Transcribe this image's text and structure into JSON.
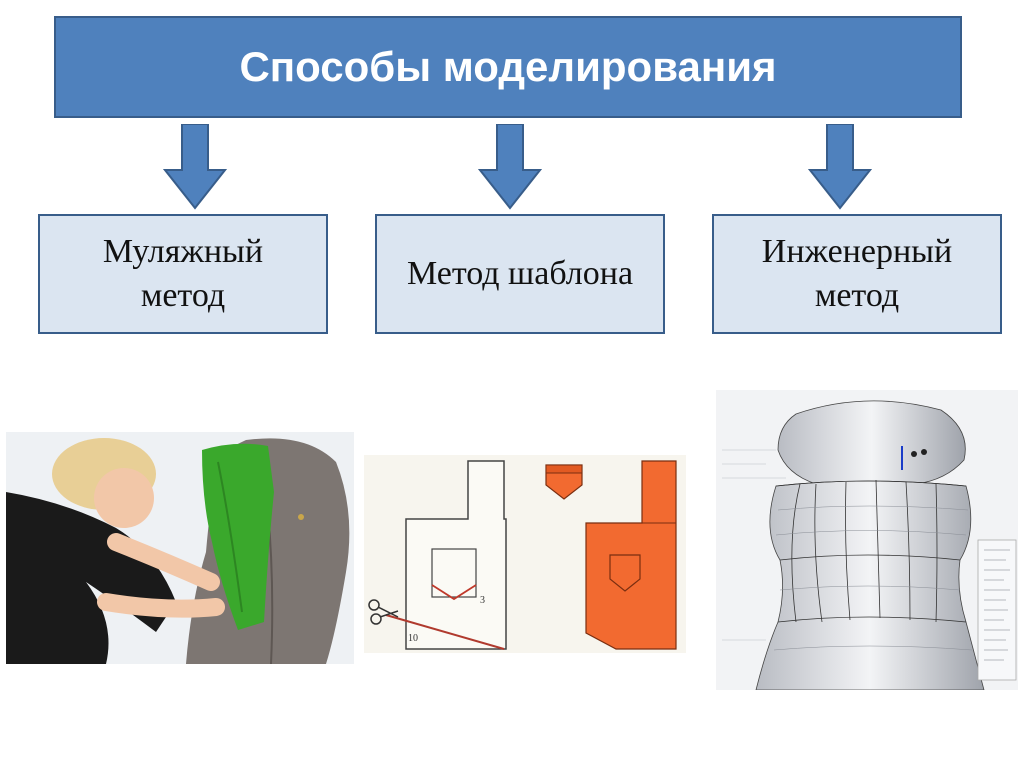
{
  "title": "Способы моделирования",
  "methods": [
    {
      "label": "Муляжный\nметод"
    },
    {
      "label": "Метод шаблона"
    },
    {
      "label": "Инженерный\nметод"
    }
  ],
  "pattern_labels": {
    "dart": "3",
    "line": "10"
  },
  "colors": {
    "title_fill": "#4f81bd",
    "box_fill": "#dbe5f1",
    "border": "#385d8a",
    "fabric_green": "#3aa82c",
    "pattern_orange": "#f26a30"
  }
}
